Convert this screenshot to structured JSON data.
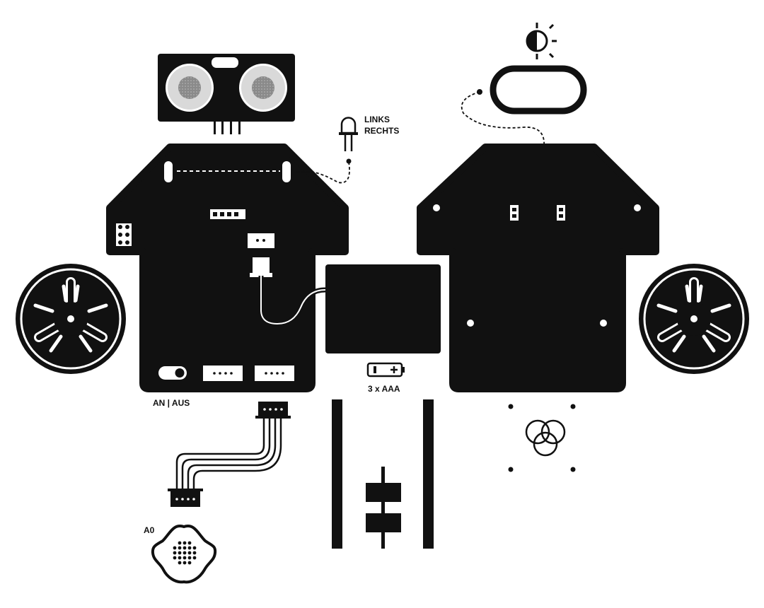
{
  "labels": {
    "led_left": "LINKS",
    "led_right": "RECHTS",
    "power_switch": "AN | AUS",
    "battery": "3 x AAA",
    "port": "A0"
  },
  "colors": {
    "ink": "#111111",
    "background": "#ffffff",
    "sensor_ring": "#d9d9d9",
    "sensor_core": "#8a8a8a"
  },
  "icons": [
    "light-sensor-icon",
    "battery-icon",
    "rgb-led-icon",
    "led-icon",
    "wheel-icon"
  ]
}
